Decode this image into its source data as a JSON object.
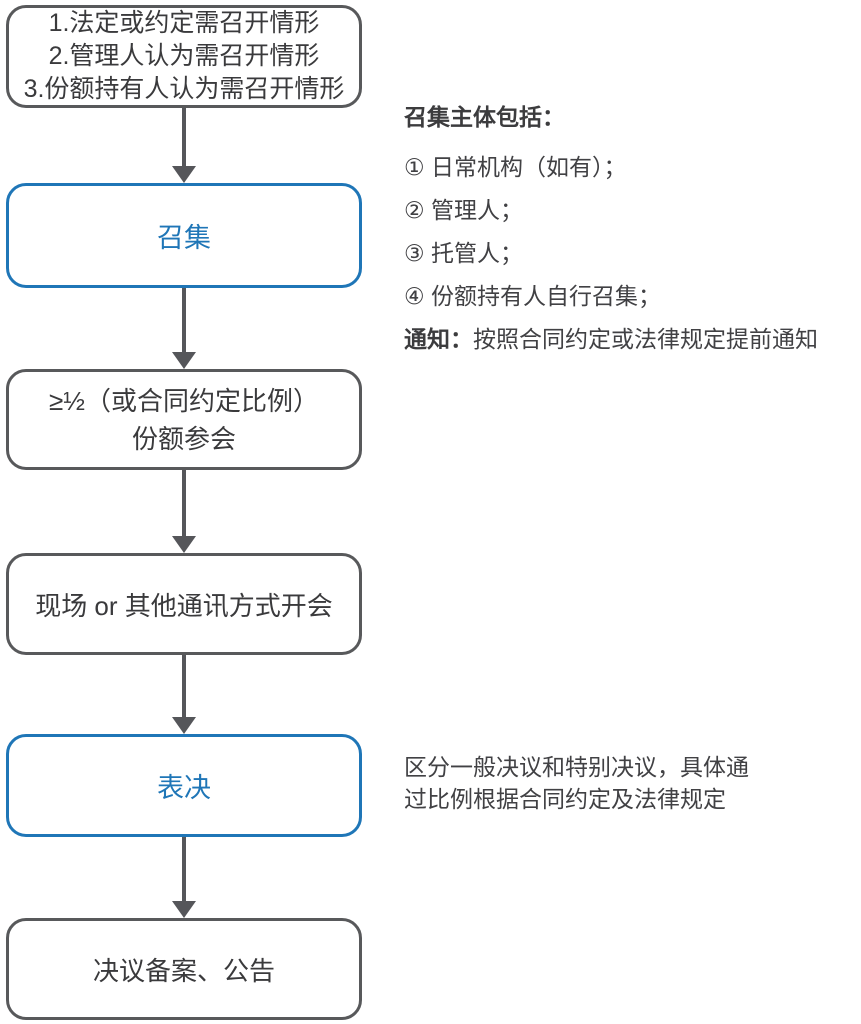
{
  "colors": {
    "box_border_gray": "#58595b",
    "accent_blue": "#1f76b7",
    "text_dark": "#3a3a3c",
    "arrow_gray": "#55565a",
    "page_bg": "#ffffff"
  },
  "flow": {
    "boxes": [
      {
        "id": "trigger-conditions",
        "style": "gray",
        "lines": [
          "1.法定或约定需召开情形",
          "2.管理人认为需召开情形",
          "3.份额持有人认为需召开情形"
        ]
      },
      {
        "id": "convene",
        "style": "blue",
        "lines": [
          "召集"
        ]
      },
      {
        "id": "quorum",
        "style": "gray",
        "lines": [
          "≥½（或合同约定比例）",
          "份额参会"
        ]
      },
      {
        "id": "meeting-form",
        "style": "gray",
        "lines": [
          "现场 or 其他通讯方式开会"
        ]
      },
      {
        "id": "vote",
        "style": "blue",
        "lines": [
          "表决"
        ]
      },
      {
        "id": "filing",
        "style": "gray",
        "lines": [
          "决议备案、公告"
        ]
      }
    ]
  },
  "callout_convene": {
    "heading": "召集主体包括：",
    "items": [
      "① 日常机构（如有）；",
      "② 管理人；",
      "③ 托管人；",
      "④ 份额持有人自行召集；"
    ],
    "notice_label": "通知：",
    "notice_text": "按照合同约定或法律规定提前通知"
  },
  "callout_vote": {
    "lines": [
      "区分一般决议和特别决议，具体通",
      "过比例根据合同约定及法律规定"
    ]
  }
}
